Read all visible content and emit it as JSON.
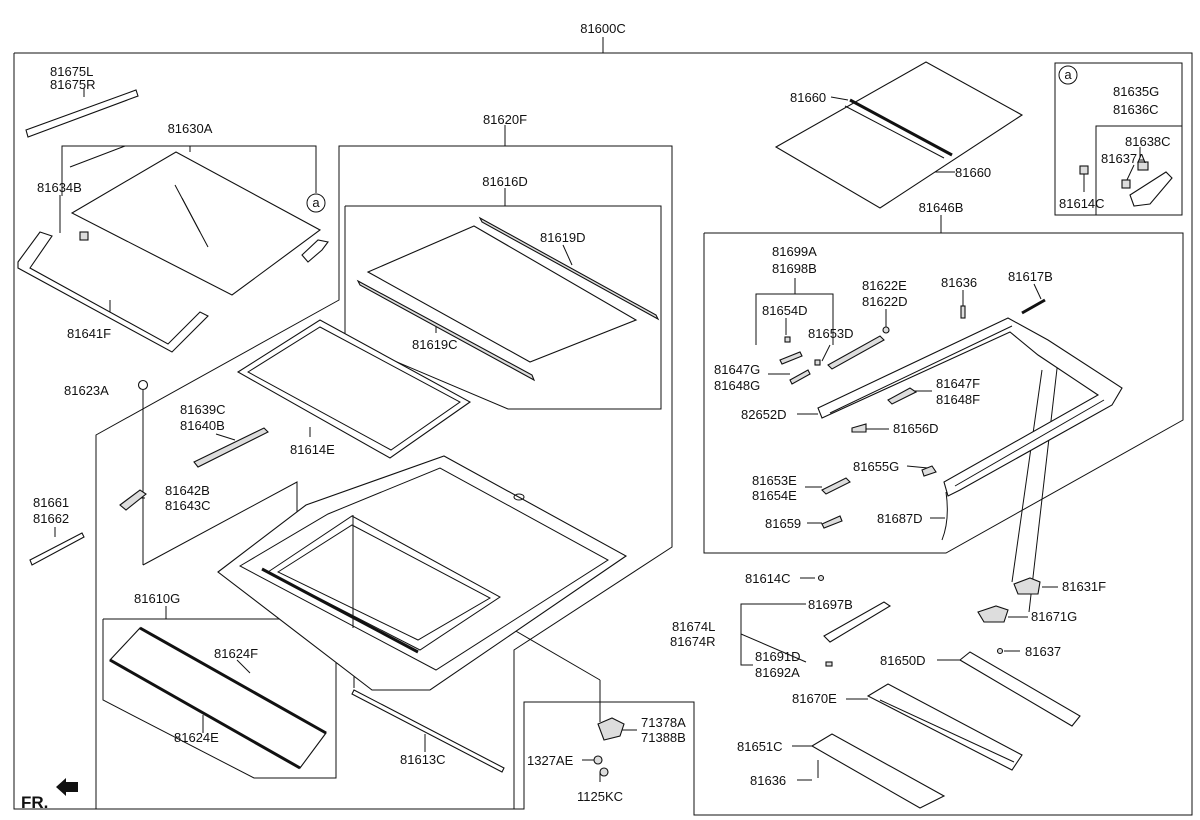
{
  "diagram": {
    "title": "81600C",
    "callout_letter": "a",
    "direction_label": "FR.",
    "labels": {
      "l81675L": "81675L",
      "l81675R": "81675R",
      "l81630A": "81630A",
      "l81634B": "81634B",
      "l81641F": "81641F",
      "l81623A": "81623A",
      "l81639C": "81639C",
      "l81640B": "81640B",
      "l81642B": "81642B",
      "l81643C": "81643C",
      "l81661": "81661",
      "l81662": "81662",
      "l81610G": "81610G",
      "l81624F": "81624F",
      "l81624E": "81624E",
      "l81620F": "81620F",
      "l81616D": "81616D",
      "l81619D": "81619D",
      "l81619C": "81619C",
      "l81614E": "81614E",
      "l81613C": "81613C",
      "l71378A": "71378A",
      "l71388B": "71388B",
      "l1327AE": "1327AE",
      "l1125KC": "1125KC",
      "l81660a": "81660",
      "l81660b": "81660",
      "l81635G": "81635G",
      "l81636C": "81636C",
      "l81638C": "81638C",
      "l81637A": "81637A",
      "l81614Ca": "81614C",
      "l81646B": "81646B",
      "l81699A": "81699A",
      "l81698B": "81698B",
      "l81654D": "81654D",
      "l81653D": "81653D",
      "l81647G": "81647G",
      "l81648G": "81648G",
      "l81622E": "81622E",
      "l81622D": "81622D",
      "l81636a": "81636",
      "l81617B": "81617B",
      "l81647F": "81647F",
      "l81648F": "81648F",
      "l82652D": "82652D",
      "l81656D": "81656D",
      "l81655G": "81655G",
      "l81653E": "81653E",
      "l81654E": "81654E",
      "l81687D": "81687D",
      "l81659": "81659",
      "l81614Cb": "81614C",
      "l81631F": "81631F",
      "l81671G": "81671G",
      "l81637": "81637",
      "l81697B": "81697B",
      "l81674L": "81674L",
      "l81674R": "81674R",
      "l81691D": "81691D",
      "l81692A": "81692A",
      "l81650D": "81650D",
      "l81670E": "81670E",
      "l81651C": "81651C",
      "l81636b": "81636"
    }
  }
}
